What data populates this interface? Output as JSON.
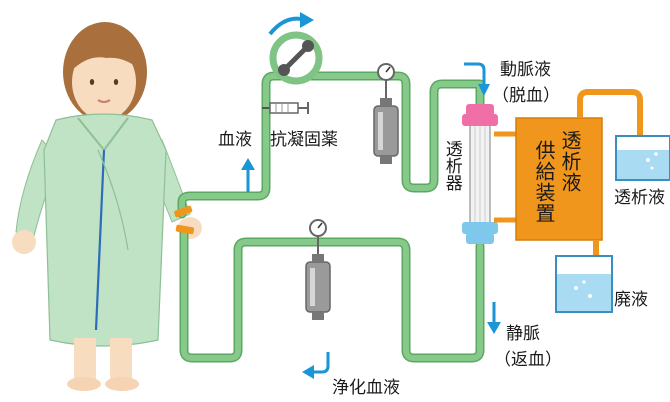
{
  "labels": {
    "blood": "血液",
    "anticoagulant": "抗凝固薬",
    "arterial": "動脈液",
    "arterial_sub": "（脱血）",
    "dialyzer": "透析器",
    "supply_unit_left": "供給装置",
    "supply_unit_right": "透析液",
    "dialysate": "透析液",
    "waste": "廃液",
    "venous": "静脈",
    "venous_sub": "（返血）",
    "purified_blood": "浄化血液"
  },
  "colors": {
    "tube": "#86c98a",
    "tube_edge": "#5aa860",
    "supply_unit": "#f1961c",
    "arrow": "#1a95d6",
    "gown": "#bfe3c4",
    "cap_top": "#f06fa6",
    "cap_bottom": "#7ec8ec",
    "tank_water": "#a9dcf2"
  }
}
